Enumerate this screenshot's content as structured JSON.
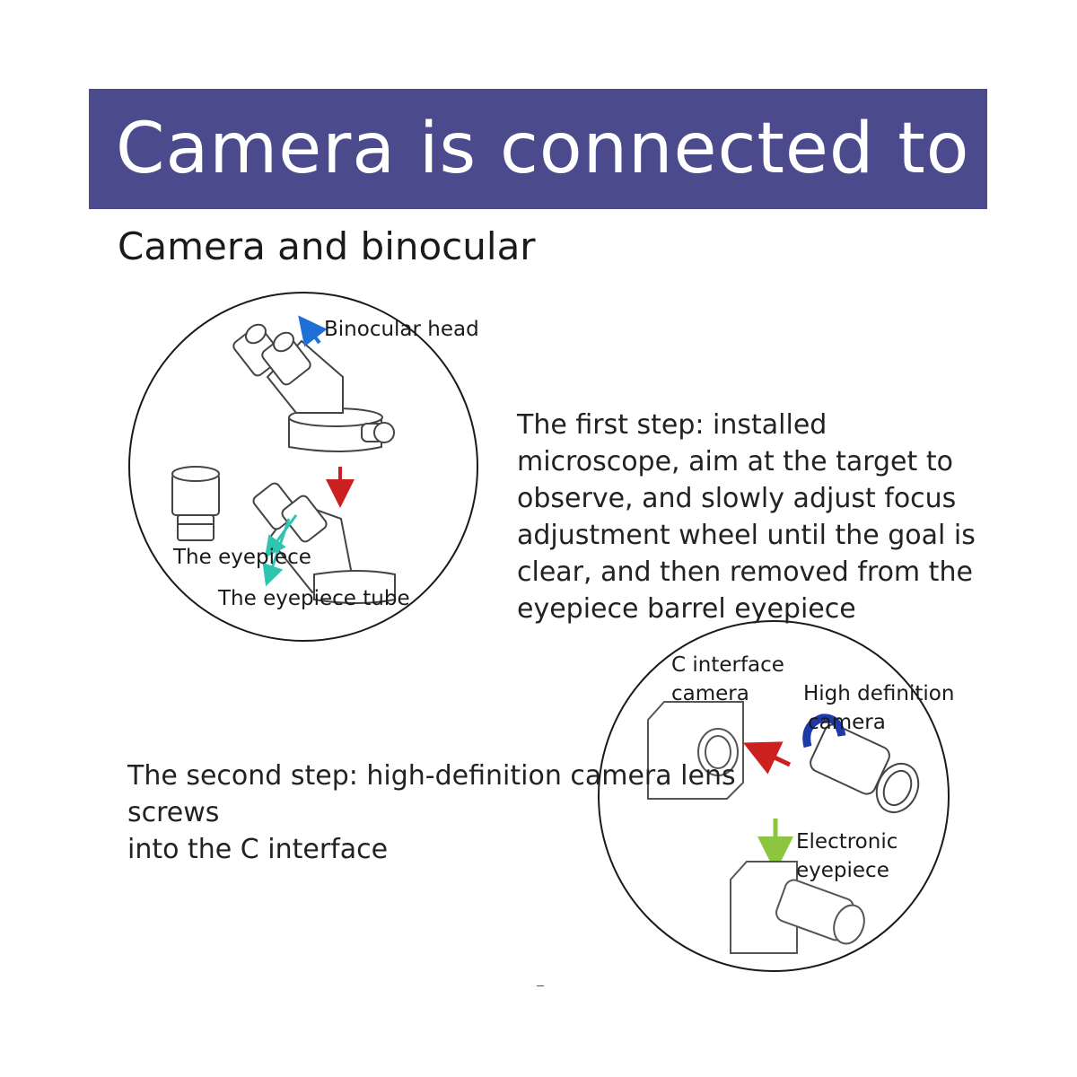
{
  "banner": {
    "title": "Camera is connected to",
    "color": "#4a4a8c"
  },
  "subtitle": "Camera and binocular",
  "step1": {
    "lines": [
      "The first step: installed",
      "microscope, aim at the target to",
      "observe, and slowly adjust focus",
      "adjustment wheel until the goal is",
      "clear, and then removed from the",
      "eyepiece barrel eyepiece"
    ]
  },
  "step2": {
    "lines": [
      "The second step: high-definition camera lens screws",
      "into the C interface"
    ]
  },
  "labels": {
    "binocular_head": "Binocular head",
    "eyepiece": "The eyepiece",
    "eyepiece_tube": "The eyepiece tube",
    "c_interface_line1": "C interface",
    "c_interface_line2": "camera",
    "hd_line1": "High definition",
    "hd_line2": "camera",
    "electronic_line1": "Electronic",
    "electronic_line2": "eyepiece"
  },
  "icons": {
    "binocular_head": "binocular-head-icon",
    "eyepiece": "eyepiece-icon",
    "c_camera": "c-interface-camera-icon",
    "hd_lens": "hd-camera-lens-icon",
    "electronic_eyepiece": "electronic-eyepiece-icon"
  },
  "arrow_colors": {
    "blue": "#1e6fd6",
    "red": "#cc1f1f",
    "teal": "#2ec4b0",
    "navy": "#1d3aa8",
    "green": "#8cc63f"
  }
}
